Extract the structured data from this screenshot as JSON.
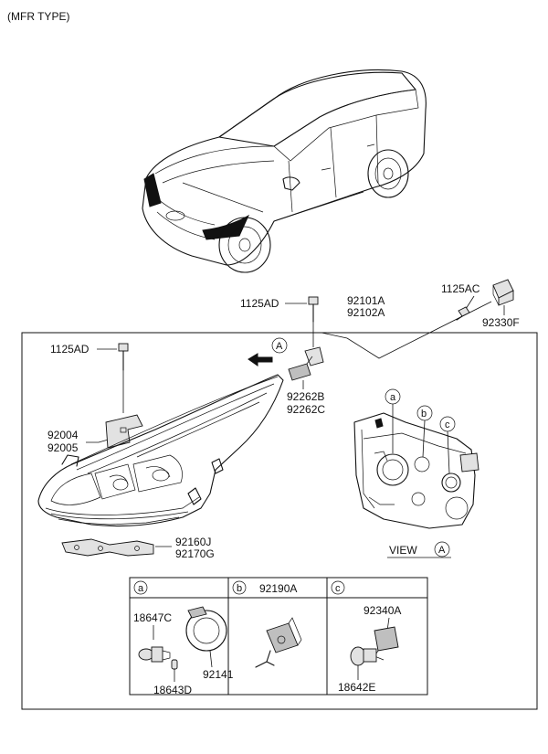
{
  "header": {
    "type_label": "(MFR TYPE)"
  },
  "callouts": {
    "bolt_top": "1125AD",
    "bolt_left": "1125AD",
    "assembly_1": "92101A",
    "assembly_2": "92102A",
    "screw_right": "1125AC",
    "connector_right": "92330F",
    "socket_1": "92262B",
    "socket_2": "92262C",
    "bracket_1": "92004",
    "bracket_2": "92005",
    "lower_bracket_1": "92160J",
    "lower_bracket_2": "92170G"
  },
  "view": {
    "label": "VIEW",
    "marker": "A",
    "arrow_marker": "A"
  },
  "rear_markers": [
    "a",
    "b",
    "c"
  ],
  "table": {
    "cells": [
      {
        "letter": "a",
        "header": "",
        "parts": [
          "18647C",
          "92141",
          "18643D"
        ]
      },
      {
        "letter": "b",
        "header": "92190A",
        "parts": []
      },
      {
        "letter": "c",
        "header": "",
        "parts": [
          "92340A",
          "18642E"
        ]
      }
    ]
  }
}
